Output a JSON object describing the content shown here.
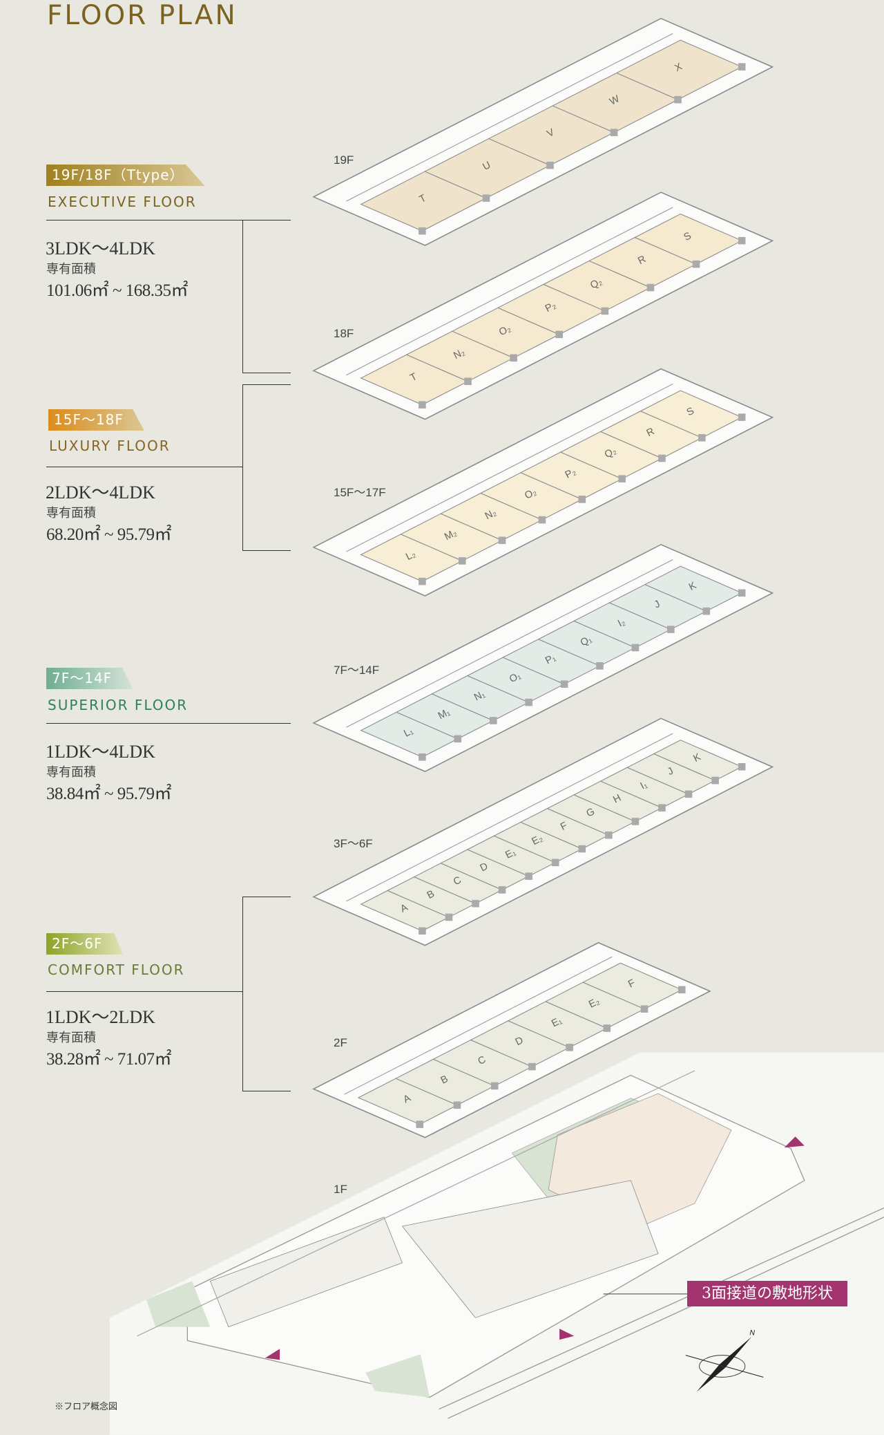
{
  "title": "FLOOR PLAN",
  "sections": [
    {
      "badge": "19F/18F（Ttype）",
      "label": "EXECUTIVE FLOOR",
      "layout": "3LDK〜4LDK",
      "area_label": "専有面積",
      "area": "101.06㎡ ~ 168.35㎡",
      "badge_from": "#a0801e",
      "badge_to": "#d9c794",
      "label_color": "#7a6220"
    },
    {
      "badge": "15F〜18F",
      "label": "LUXURY FLOOR",
      "layout": "2LDK〜4LDK",
      "area_label": "専有面積",
      "area": "68.20㎡ ~ 95.79㎡",
      "badge_from": "#dc8c1c",
      "badge_to": "#d9c794",
      "label_color": "#8a6420"
    },
    {
      "badge": "7F〜14F",
      "label": "SUPERIOR FLOOR",
      "layout": "1LDK〜4LDK",
      "area_label": "専有面積",
      "area": "38.84㎡ ~ 95.79㎡",
      "badge_from": "#6fae92",
      "badge_to": "#d4e2d8",
      "label_color": "#2f7f5e"
    },
    {
      "badge": "2F〜6F",
      "label": "COMFORT FLOOR",
      "layout": "1LDK〜2LDK",
      "area_label": "専有面積",
      "area": "38.28㎡ ~ 71.07㎡",
      "badge_from": "#8ea326",
      "badge_to": "#e0e3b5",
      "label_color": "#6b7a36"
    }
  ],
  "floors": [
    {
      "name": "19F",
      "tint": "#efe3cc",
      "units": [
        "T",
        "U",
        "V",
        "W",
        "X"
      ]
    },
    {
      "name": "18F",
      "tint": "#f5e9d0",
      "units": [
        "T",
        "N₂",
        "O₂",
        "P₂",
        "Q₂",
        "R",
        "S"
      ]
    },
    {
      "name": "15F〜17F",
      "tint": "#f8eed6",
      "units": [
        "L₂",
        "M₂",
        "N₂",
        "O₂",
        "P₂",
        "Q₂",
        "R",
        "S"
      ]
    },
    {
      "name": "7F〜14F",
      "tint": "#e2ebe5",
      "units": [
        "L₁",
        "M₁",
        "N₁",
        "O₁",
        "P₁",
        "Q₁",
        "I₂",
        "J",
        "K"
      ]
    },
    {
      "name": "3F〜6F",
      "tint": "#ecebdf",
      "units": [
        "A",
        "B",
        "C",
        "D",
        "E₁",
        "E₂",
        "F",
        "G",
        "H",
        "I₁",
        "J",
        "K"
      ]
    },
    {
      "name": "2F",
      "tint": "#ecebdf",
      "units": [
        "A",
        "B",
        "C",
        "D",
        "E₁",
        "E₂",
        "F"
      ]
    },
    {
      "name": "1F",
      "tint": "#f3ece2",
      "units": []
    }
  ],
  "callout": "3面接道の敷地形状",
  "compass": "N",
  "note": "※フロア概念図",
  "colors": {
    "background": "#e8e7e0",
    "accent": "#a3346d"
  }
}
